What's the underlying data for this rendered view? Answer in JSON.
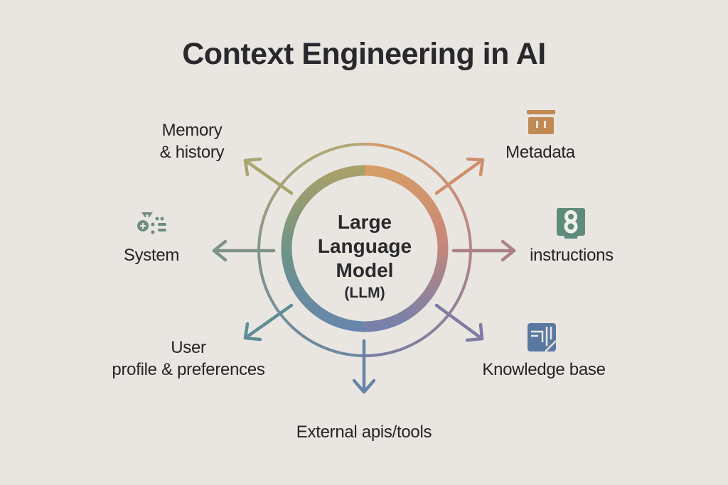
{
  "title": "Context Engineering in AI",
  "center": {
    "line1": "Large",
    "line2": "Language",
    "line3": "Model",
    "abbr": "(LLM)"
  },
  "nodes": [
    {
      "id": "memory",
      "line1": "Memory",
      "line2": "& history",
      "icon": null,
      "arrow_color": "#a9a56e"
    },
    {
      "id": "system",
      "line1": "System",
      "line2": "",
      "icon": "system-settings-icon",
      "arrow_color": "#7c8f83"
    },
    {
      "id": "user",
      "line1": "User",
      "line2": "profile & preferences",
      "icon": null,
      "arrow_color": "#5e8b92"
    },
    {
      "id": "external",
      "line1": "External apis/tools",
      "line2": "",
      "icon": null,
      "arrow_color": "#6a83a3"
    },
    {
      "id": "knowledge",
      "line1": "Knowledge base",
      "line2": "",
      "icon": "knowledge-base-icon",
      "arrow_color": "#7c7a9e"
    },
    {
      "id": "instructions",
      "line1": "instructions",
      "line2": "",
      "icon": "instructions-icon",
      "arrow_color": "#a87f84"
    },
    {
      "id": "metadata",
      "line1": "Metadata",
      "line2": "",
      "icon": "metadata-icon",
      "arrow_color": "#c98d6a"
    }
  ],
  "colors": {
    "background": "#e9e6e1",
    "gradient_top": "#d39a62",
    "gradient_left": "#8aa283",
    "gradient_bottom": "#6885a8",
    "gradient_right": "#b07f86",
    "metadata_icon": "#c18a52",
    "instructions_icon": "#5f8b7c",
    "knowledge_icon": "#5a79a0",
    "system_icon": "#6f8c7f"
  }
}
